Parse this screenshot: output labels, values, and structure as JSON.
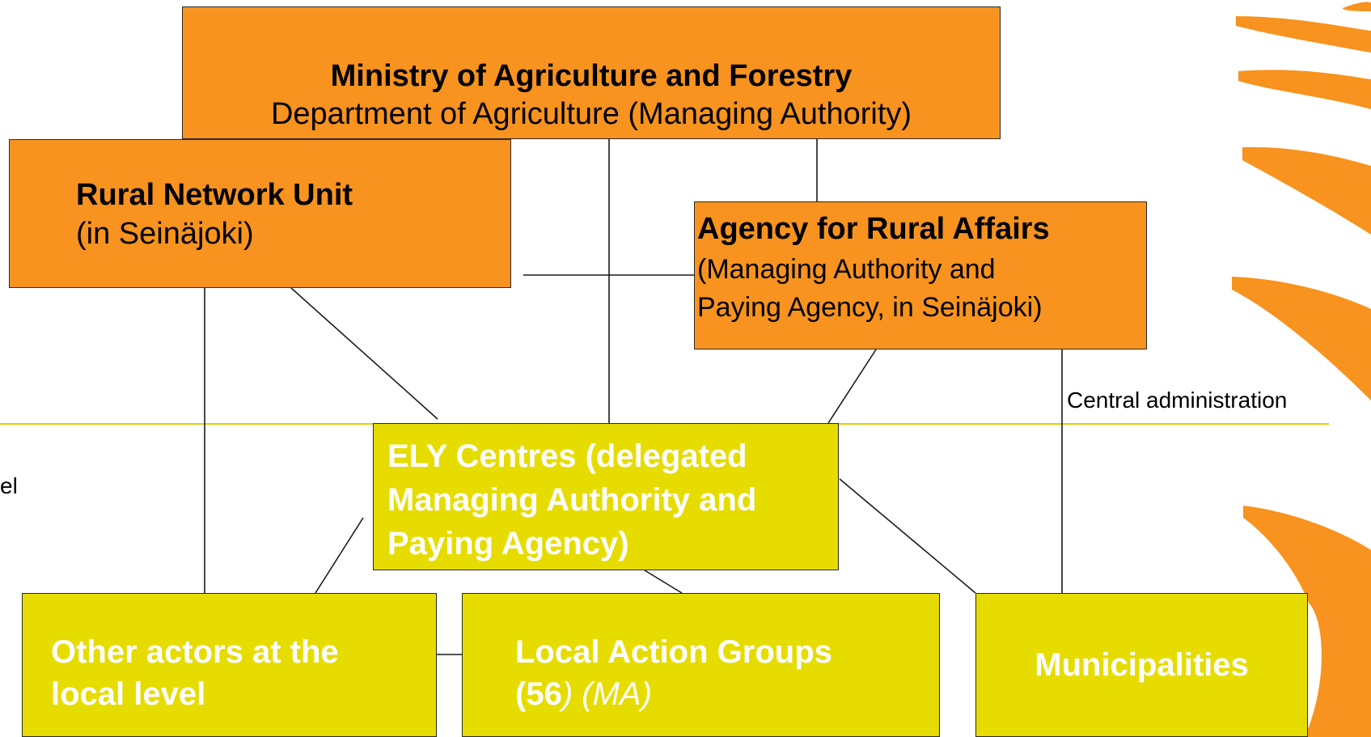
{
  "colors": {
    "orange_box": "#f7931e",
    "yellow_box": "#e6dc00",
    "divider": "#d9d400",
    "connector": "#1a1a1a",
    "white_text": "#ffffff"
  },
  "ministry": {
    "title": "Ministry of Agriculture and Forestry",
    "subtitle": "Department of Agriculture (Managing Authority)"
  },
  "rural_network": {
    "title": "Rural Network Unit",
    "subtitle": "(in Seinäjoki)"
  },
  "agency": {
    "title": "Agency for Rural Affairs",
    "line1": "(Managing Authority and",
    "line2": "Paying Agency, in Seinäjoki)"
  },
  "level_labels": {
    "central": "Central administration",
    "regional_fragment": "el"
  },
  "ely": {
    "line1": "ELY Centres (delegated",
    "line2": "Managing Authority and",
    "line3": "Paying Agency)"
  },
  "other_actors": {
    "line1": "Other actors at the",
    "line2": "local level"
  },
  "lag": {
    "line1": "Local Action Groups",
    "count": "(56",
    "rest": ") (MA)"
  },
  "municipalities": {
    "label": "Municipalities"
  }
}
